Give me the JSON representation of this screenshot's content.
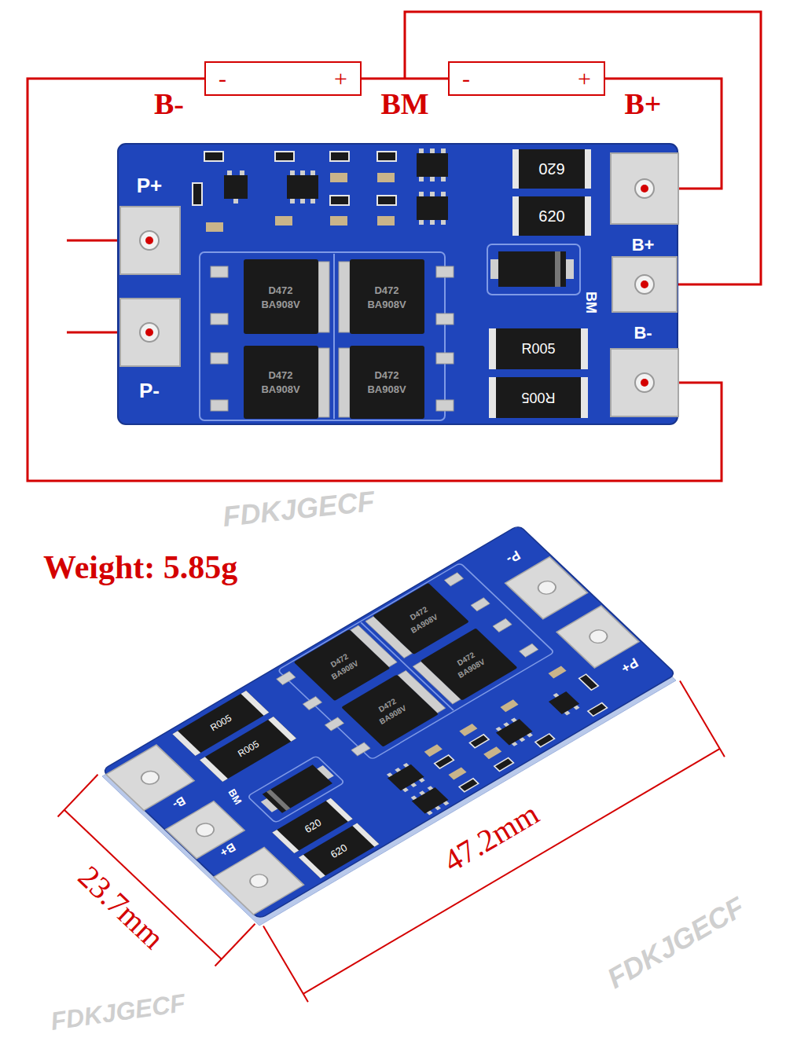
{
  "diagram": {
    "nodes": [
      {
        "text": [
          "-",
          "+"
        ]
      },
      {
        "text": [
          "-",
          "+"
        ]
      }
    ],
    "edges": [
      {
        "from": 0,
        "to": 1,
        "arrow": "none"
      }
    ],
    "labels": [
      "B-",
      "BM",
      "B+",
      "P+",
      "P-",
      "B+",
      "BM",
      "B-",
      "620",
      "620",
      "R005",
      "R005",
      "D472",
      "BA908V",
      "D472",
      "BA908V",
      "D472",
      "BA908V",
      "D472",
      "BA908V",
      "Weight: 5.85g",
      "23.7mm",
      "47.2mm",
      "P-",
      "P+",
      "B-",
      "BM",
      "B+",
      "R005",
      "R005",
      "620",
      "620",
      "D472",
      "BA908V",
      "D472",
      "BA908V",
      "D472",
      "BA908V",
      "D472",
      "BA908V",
      "FDKJGECF",
      "FDKJGECF",
      "FDKJGECF"
    ]
  }
}
